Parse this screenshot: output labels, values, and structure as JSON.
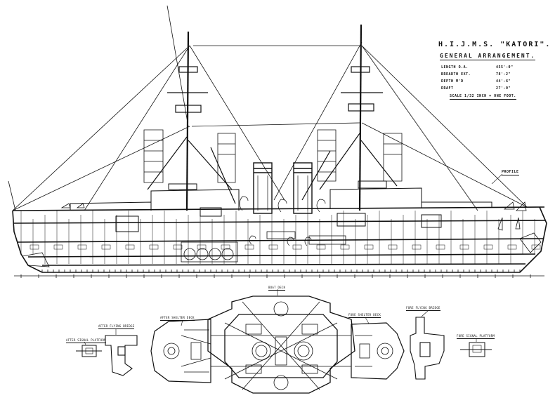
{
  "title": "H.I.J.M.S. \"KATORI\".",
  "subtitle": "GENERAL ARRANGEMENT.",
  "particulars": [
    {
      "label": "LENGTH O.A.",
      "value": "455'-0\""
    },
    {
      "label": "BREADTH EXT.",
      "value": "78'-2\""
    },
    {
      "label": "DEPTH M'D",
      "value": "44'-6\""
    },
    {
      "label": "DRAFT",
      "value": "27'-0\""
    }
  ],
  "scale": "SCALE 1/32 INCH = ONE FOOT.",
  "views": {
    "profile": "PROFILE",
    "boat_deck": "BOAT DECK",
    "after_flying_bridge": "AFTER FLYING BRIDGE",
    "after_signal_platform": "AFTER SIGNAL PLATFORM",
    "after_shelter_deck": "AFTER SHELTER DECK",
    "fore_shelter_deck": "FORE SHELTER DECK",
    "fore_flying_bridge": "FORE FLYING BRIDGE",
    "fore_signal_platform": "FORE SIGNAL PLATFORM"
  },
  "colors": {
    "ink": "#111111",
    "paper": "#ffffff"
  }
}
